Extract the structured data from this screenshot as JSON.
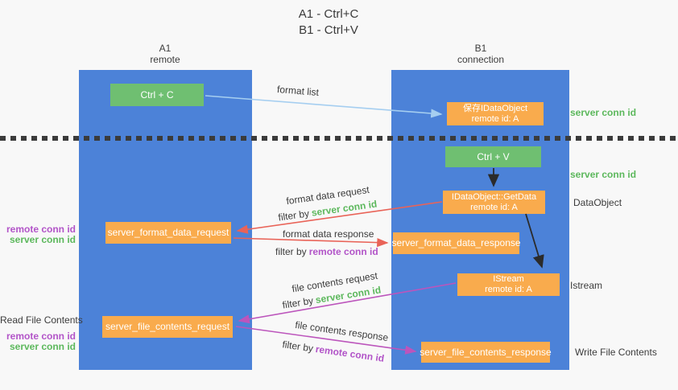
{
  "title": {
    "line1": "A1 - Ctrl+C",
    "line2": "B1 - Ctrl+V"
  },
  "lanes": {
    "left": {
      "name": "A1",
      "subtitle": "remote"
    },
    "right": {
      "name": "B1",
      "subtitle": "connection"
    }
  },
  "nodes": {
    "ctrl_c": "Ctrl + C",
    "save_idataobject": {
      "line1": "保存IDataObject",
      "line2": "remote id: A"
    },
    "ctrl_v": "Ctrl + V",
    "getdata": {
      "line1": "IDataObject::GetData",
      "line2": "remote id: A"
    },
    "format_request": "server_format_data_request",
    "format_response": "server_format_data_response",
    "istream": {
      "line1": "IStream",
      "line2": "remote id: A"
    },
    "file_request": "server_file_contents_request",
    "file_response": "server_file_contents_response"
  },
  "arrow_labels": {
    "format_list": "format list",
    "format_data_request": "format data request",
    "filter_by": "filter by",
    "server_conn_id": "server conn id",
    "format_data_response": "format data response",
    "remote_conn_id": "remote conn id",
    "file_contents_request": "file contents request",
    "file_contents_response": "file contents response"
  },
  "side_labels": {
    "server_conn_id_top": "server conn id",
    "server_conn_id_mid": "server conn id",
    "dataobject": "DataObject",
    "istream": "Istream",
    "write_file_contents": "Write File Contents",
    "read_file_contents": "Read File Contents",
    "remote_conn_id": "remote conn id",
    "server_conn_id": "server conn id"
  },
  "colors": {
    "lane_blue": "#4c82d8",
    "box_orange": "#f9ab4d",
    "box_green": "#6fbf71",
    "arrow_light_blue": "#a5cef0",
    "arrow_red": "#e96358",
    "arrow_purple": "#bc55bc",
    "arrow_black": "#2b2b2b",
    "text_green": "#5cb85c",
    "text_purple": "#b254c8",
    "background": "#f8f8f8"
  }
}
